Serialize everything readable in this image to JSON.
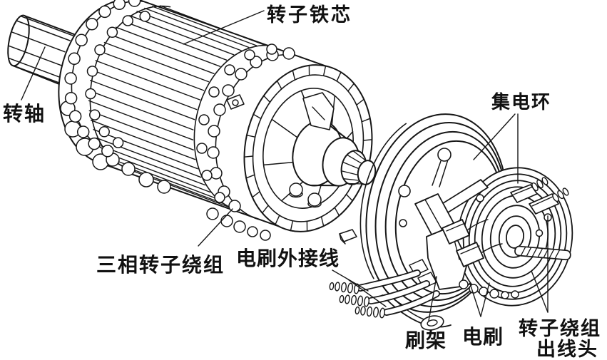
{
  "diagram": {
    "labels": {
      "rotor_core": "转子铁芯",
      "shaft": "转轴",
      "slip_rings": "集电环",
      "three_phase_rotor_winding": "三相转子绕组",
      "brush_external_leads": "电刷外接线",
      "brush_holder": "刷架",
      "brush": "电刷",
      "rotor_winding_leads_line1": "转子绕组",
      "rotor_winding_leads_line2": "出线头"
    },
    "colors": {
      "line": "#161616",
      "background": "#ffffff"
    }
  }
}
